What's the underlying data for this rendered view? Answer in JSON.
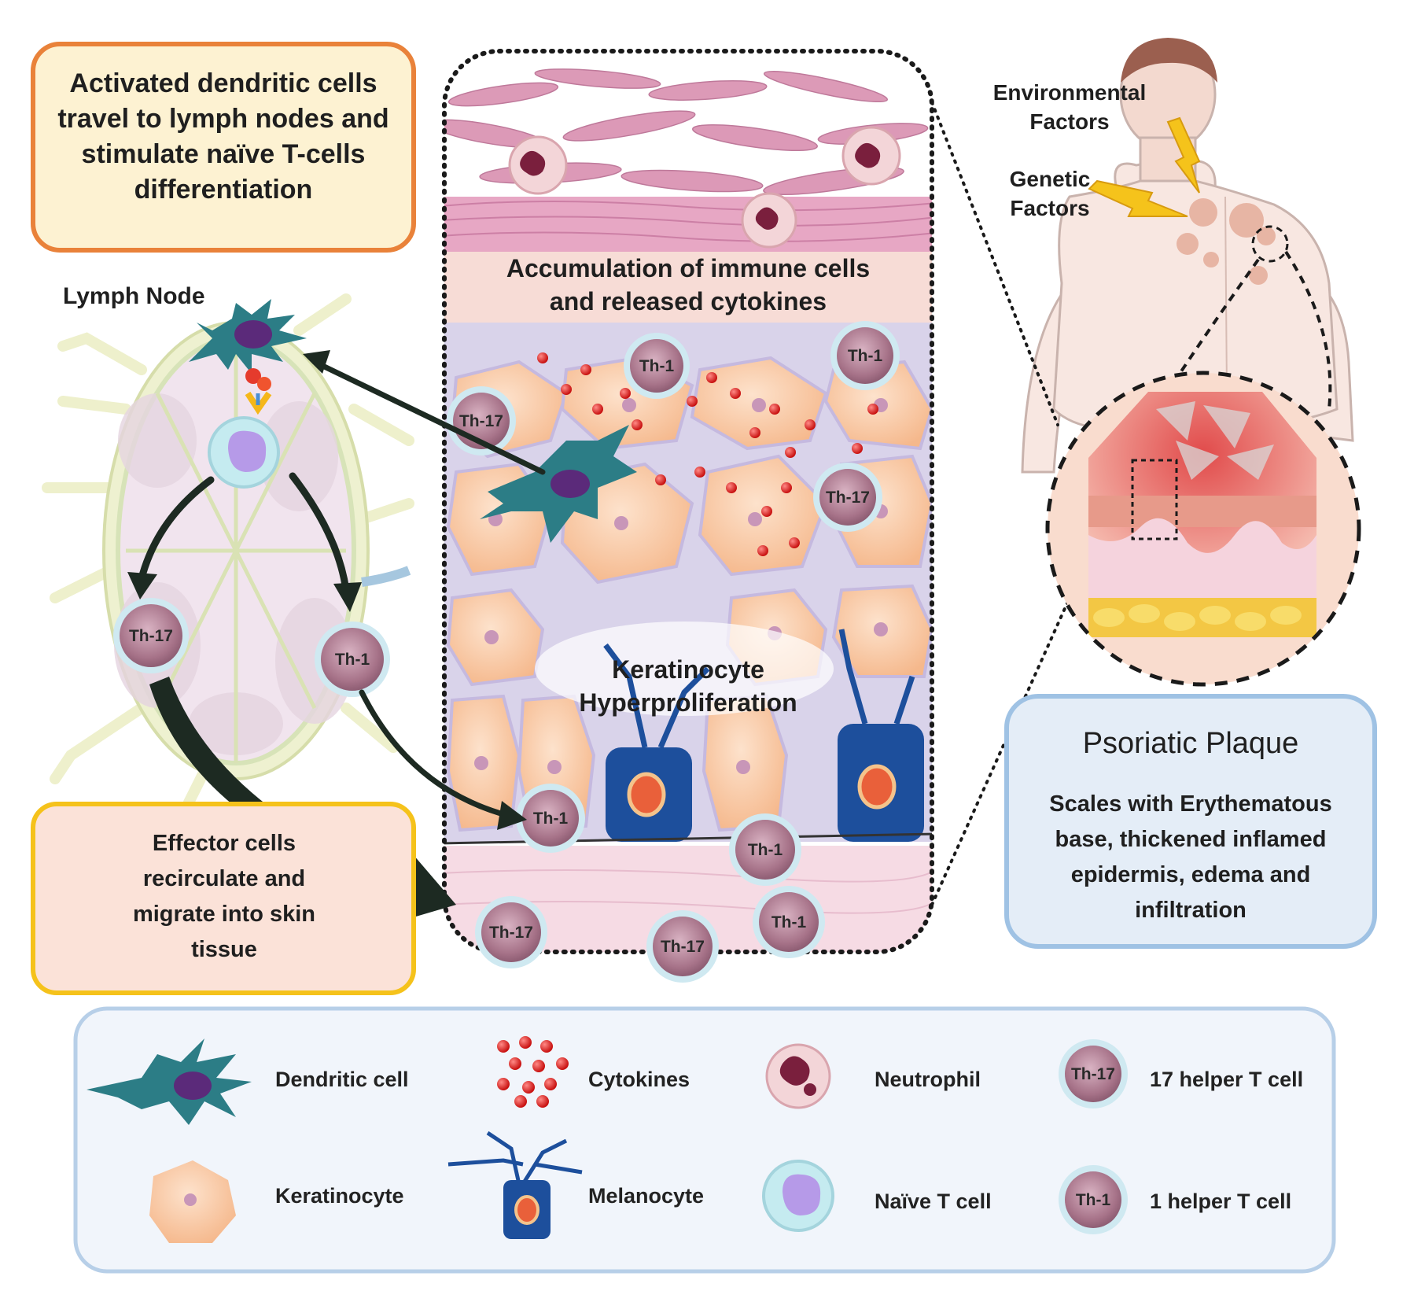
{
  "top_left_box": {
    "text": "Activated dendritic cells travel to lymph nodes and stimulate naïve T-cells differentiation"
  },
  "lymph_node": {
    "title": "Lymph Node",
    "cells": [
      {
        "label": "Th-17"
      },
      {
        "label": "Th-1"
      }
    ]
  },
  "effector_box": {
    "text": "Effector cells recirculate and migrate into skin tissue"
  },
  "skin_panel": {
    "label_top": "Accumulation of immune cells and released cytokines",
    "label_middle": "Keratinocyte Hyperproliferation",
    "cells": [
      {
        "label": "Th-1"
      },
      {
        "label": "Th-1"
      },
      {
        "label": "Th-17"
      },
      {
        "label": "Th-17"
      },
      {
        "label": "Th-1"
      },
      {
        "label": "Th-1"
      },
      {
        "label": "Th-17"
      },
      {
        "label": "Th-17"
      },
      {
        "label": "Th-1"
      }
    ]
  },
  "body_panel": {
    "environmental": "Environmental Factors",
    "genetic": "Genetic Factors"
  },
  "plaque_box": {
    "title": "Psoriatic Plaque",
    "text": "Scales with Erythematous base, thickened inflamed epidermis, edema and infiltration"
  },
  "legend": {
    "items": [
      {
        "label": "Dendritic cell",
        "icon": "dendritic-cell-icon"
      },
      {
        "label": "Cytokines",
        "icon": "cytokines-icon"
      },
      {
        "label": "Neutrophil",
        "icon": "neutrophil-icon"
      },
      {
        "label": "17 helper T cell",
        "icon": "th17-cell-icon",
        "icon_text": "Th-17"
      },
      {
        "label": "Keratinocyte",
        "icon": "keratinocyte-icon"
      },
      {
        "label": "Melanocyte",
        "icon": "melanocyte-icon"
      },
      {
        "label": "Naïve T cell",
        "icon": "naive-t-cell-icon"
      },
      {
        "label": "1 helper T cell",
        "icon": "th1-cell-icon",
        "icon_text": "Th-1"
      }
    ]
  },
  "colors": {
    "orange_border": "#e9823a",
    "orange_fill": "#fdf2d2",
    "yellow_border": "#f5c21b",
    "pink_fill": "#fbe2d8",
    "blue_border": "#9fc2e4",
    "blue_fill": "#e4edf7",
    "keratinocyte": "#f9c9a3",
    "dendritic": "#2c7d86",
    "cytokine": "#e0201e",
    "t_cell": "#b7849a"
  }
}
